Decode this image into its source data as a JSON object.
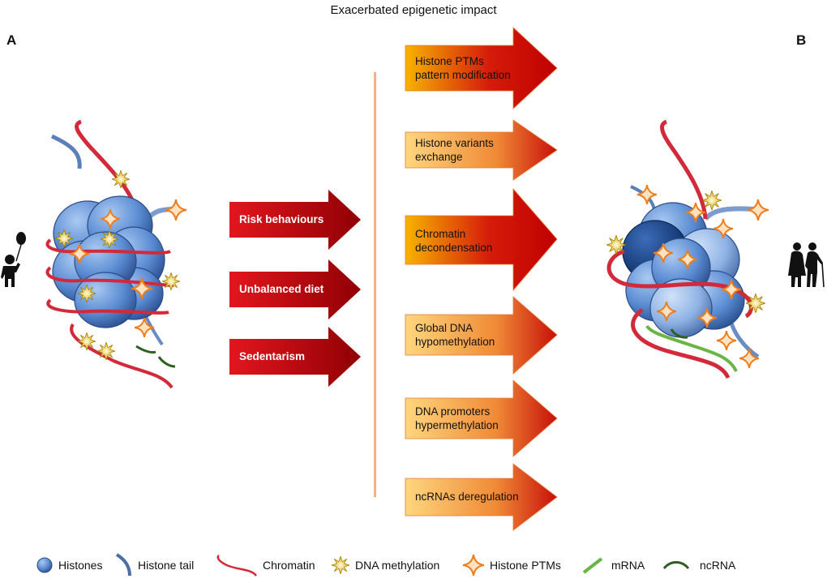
{
  "title": "Exacerbated epigenetic impact",
  "panels": {
    "left_label": "A",
    "right_label": "B"
  },
  "figures": {
    "left_person": "child-with-balloon-icon",
    "right_person": "elderly-couple-icon"
  },
  "risk_factors": [
    {
      "label": "Risk behaviours"
    },
    {
      "label": "Unbalanced diet"
    },
    {
      "label": "Sedentarism"
    }
  ],
  "impacts": [
    {
      "line1": "Histone PTMs",
      "line2": "pattern modification"
    },
    {
      "line1": "Histone variants",
      "line2": "exchange"
    },
    {
      "line1": "Chromatin",
      "line2": "decondensation"
    },
    {
      "line1": "Global DNA",
      "line2": "hypomethylation"
    },
    {
      "line1": "DNA promoters",
      "line2": "hypermethylation"
    },
    {
      "line1": "ncRNAs deregulation",
      "line2": ""
    }
  ],
  "legend": [
    {
      "icon": "histone-sphere-icon",
      "label": "Histones"
    },
    {
      "icon": "histone-tail-icon",
      "label": "Histone tail"
    },
    {
      "icon": "chromatin-ribbon-icon",
      "label": "Chromatin"
    },
    {
      "icon": "dna-methylation-star-icon",
      "label": "DNA methylation"
    },
    {
      "icon": "histone-ptm-sparkle-icon",
      "label": "Histone PTMs"
    },
    {
      "icon": "mrna-line-icon",
      "label": "mRNA"
    },
    {
      "icon": "ncrna-arc-icon",
      "label": "ncRNA"
    }
  ],
  "colors": {
    "risk_arrow_start": "#e2141c",
    "risk_arrow_end": "#9a0005",
    "impact_strong_start": "#f7b400",
    "impact_strong_end": "#c20000",
    "impact_light_start": "#fdd27a",
    "impact_light_end": "#c8100a",
    "divider": "#f4b183",
    "chromatin": "#d22a3a",
    "histone": "#5b8fd6",
    "methylation": "#e8c020",
    "ptm": "#f08a24",
    "mrna": "#6ab545",
    "ncrna": "#2e5e22"
  }
}
